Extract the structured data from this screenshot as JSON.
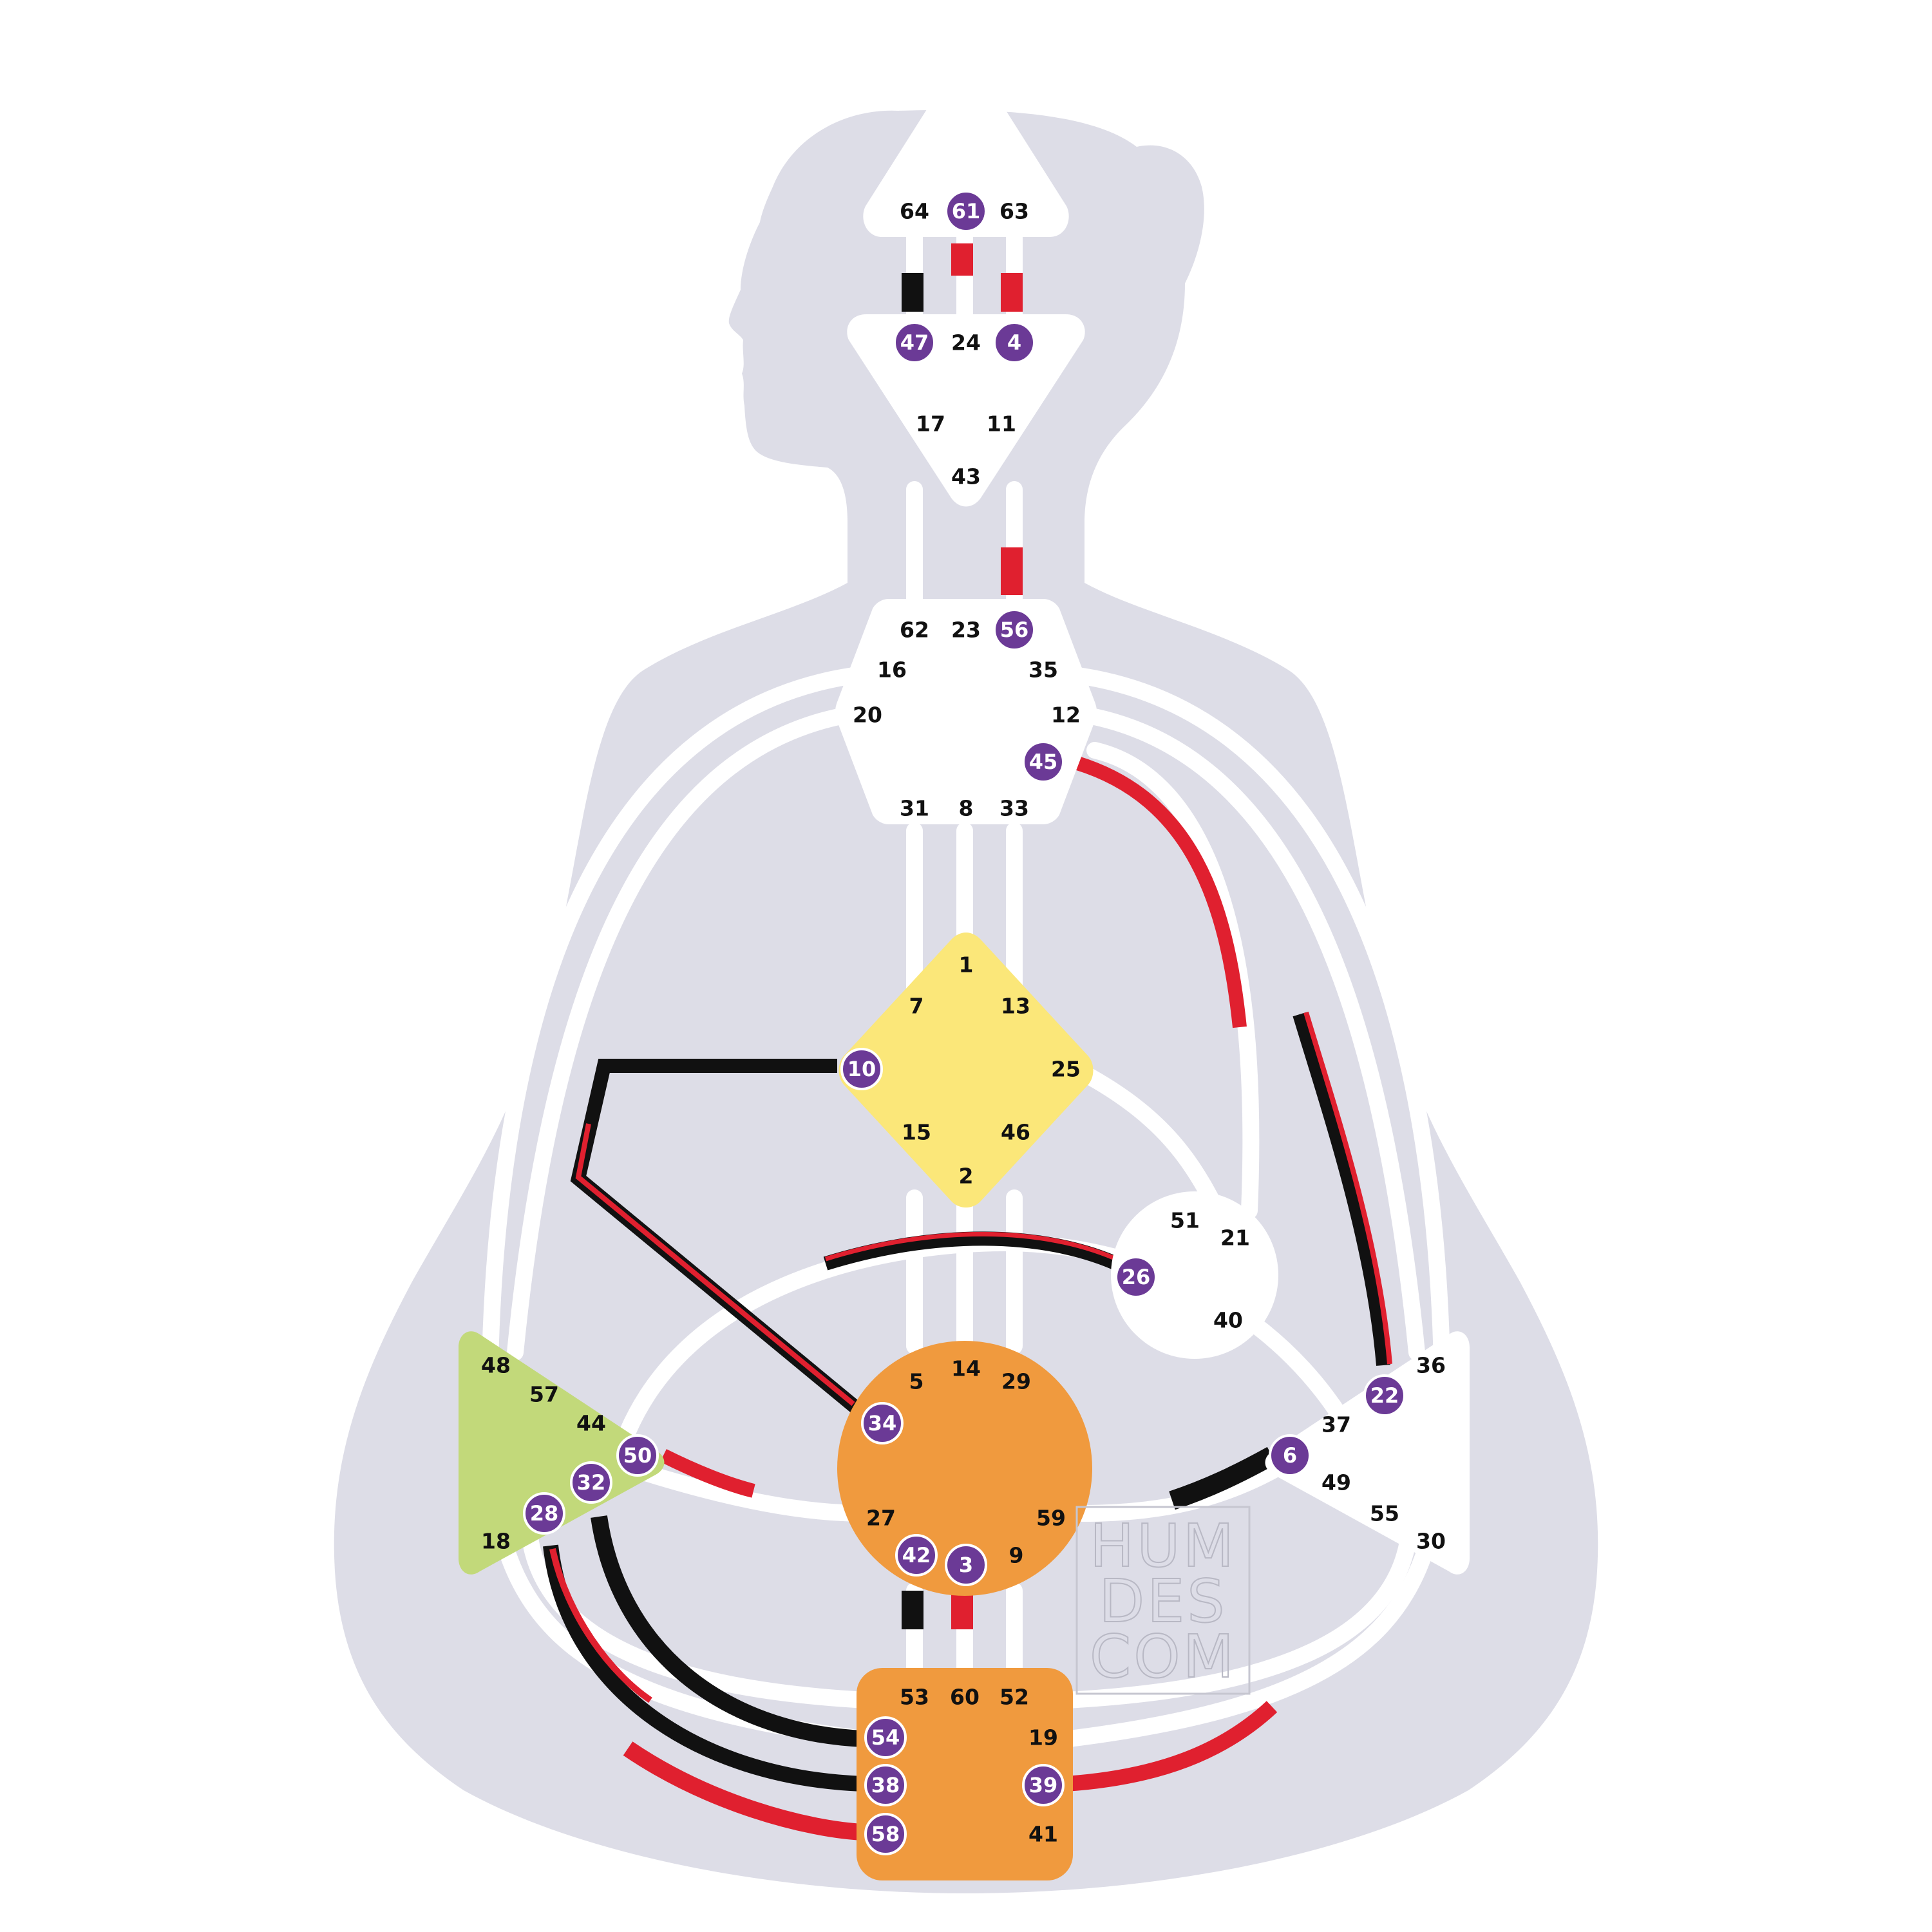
{
  "watermark": [
    "HUM",
    "DES",
    "COM"
  ],
  "colors": {
    "silhouette": "#dddde7",
    "channel": "#ffffff",
    "personality": "#111111",
    "design": "#e0202f",
    "activated_gate": "#6b3a96",
    "center_white": "#ffffff",
    "g_center": "#fbe779",
    "sacral": "#f09a3e",
    "root": "#f09a3e",
    "spleen": "#c2d97a"
  },
  "centers": [
    {
      "name": "head",
      "color": "#ffffff"
    },
    {
      "name": "ajna",
      "color": "#ffffff"
    },
    {
      "name": "throat",
      "color": "#ffffff"
    },
    {
      "name": "g",
      "color": "#fbe779"
    },
    {
      "name": "heart",
      "color": "#ffffff"
    },
    {
      "name": "spleen",
      "color": "#c2d97a"
    },
    {
      "name": "sacral",
      "color": "#f09a3e"
    },
    {
      "name": "solar-plexus",
      "color": "#ffffff"
    },
    {
      "name": "root",
      "color": "#f09a3e"
    }
  ],
  "gates": [
    {
      "n": "64",
      "active": false
    },
    {
      "n": "61",
      "active": true
    },
    {
      "n": "63",
      "active": false
    },
    {
      "n": "47",
      "active": true
    },
    {
      "n": "24",
      "active": false
    },
    {
      "n": "4",
      "active": true
    },
    {
      "n": "17",
      "active": false
    },
    {
      "n": "11",
      "active": false
    },
    {
      "n": "43",
      "active": false
    },
    {
      "n": "62",
      "active": false
    },
    {
      "n": "23",
      "active": false
    },
    {
      "n": "56",
      "active": true
    },
    {
      "n": "16",
      "active": false
    },
    {
      "n": "35",
      "active": false
    },
    {
      "n": "20",
      "active": false
    },
    {
      "n": "12",
      "active": false
    },
    {
      "n": "45",
      "active": true
    },
    {
      "n": "31",
      "active": false
    },
    {
      "n": "8",
      "active": false
    },
    {
      "n": "33",
      "active": false
    },
    {
      "n": "1",
      "active": false
    },
    {
      "n": "7",
      "active": false
    },
    {
      "n": "13",
      "active": false
    },
    {
      "n": "10",
      "active": true
    },
    {
      "n": "25",
      "active": false
    },
    {
      "n": "15",
      "active": false
    },
    {
      "n": "46",
      "active": false
    },
    {
      "n": "2",
      "active": false
    },
    {
      "n": "51",
      "active": false
    },
    {
      "n": "21",
      "active": false
    },
    {
      "n": "26",
      "active": true
    },
    {
      "n": "40",
      "active": false
    },
    {
      "n": "48",
      "active": false
    },
    {
      "n": "57",
      "active": false
    },
    {
      "n": "44",
      "active": false
    },
    {
      "n": "50",
      "active": true
    },
    {
      "n": "32",
      "active": true
    },
    {
      "n": "28",
      "active": true
    },
    {
      "n": "18",
      "active": false
    },
    {
      "n": "5",
      "active": false
    },
    {
      "n": "14",
      "active": false
    },
    {
      "n": "29",
      "active": false
    },
    {
      "n": "34",
      "active": true
    },
    {
      "n": "27",
      "active": false
    },
    {
      "n": "59",
      "active": false
    },
    {
      "n": "42",
      "active": true
    },
    {
      "n": "3",
      "active": true
    },
    {
      "n": "9",
      "active": false
    },
    {
      "n": "36",
      "active": false
    },
    {
      "n": "22",
      "active": true
    },
    {
      "n": "37",
      "active": false
    },
    {
      "n": "6",
      "active": true
    },
    {
      "n": "49",
      "active": false
    },
    {
      "n": "55",
      "active": false
    },
    {
      "n": "30",
      "active": false
    },
    {
      "n": "53",
      "active": false
    },
    {
      "n": "60",
      "active": false
    },
    {
      "n": "52",
      "active": false
    },
    {
      "n": "54",
      "active": true
    },
    {
      "n": "19",
      "active": false
    },
    {
      "n": "38",
      "active": true
    },
    {
      "n": "39",
      "active": true
    },
    {
      "n": "58",
      "active": true
    },
    {
      "n": "41",
      "active": false
    }
  ],
  "activations": [
    {
      "gate": "61",
      "type": "design"
    },
    {
      "gate": "47",
      "type": "personality"
    },
    {
      "gate": "4",
      "type": "design"
    },
    {
      "gate": "56",
      "type": "design"
    },
    {
      "gate": "45",
      "type": "design"
    },
    {
      "gate": "10",
      "type": "personality"
    },
    {
      "gate": "34",
      "type": "both"
    },
    {
      "gate": "26",
      "type": "both"
    },
    {
      "gate": "50",
      "type": "design"
    },
    {
      "gate": "32",
      "type": "personality"
    },
    {
      "gate": "28",
      "type": "both"
    },
    {
      "gate": "22",
      "type": "both"
    },
    {
      "gate": "6",
      "type": "personality"
    },
    {
      "gate": "42",
      "type": "personality"
    },
    {
      "gate": "3",
      "type": "design"
    },
    {
      "gate": "54",
      "type": "personality"
    },
    {
      "gate": "38",
      "type": "personality"
    },
    {
      "gate": "58",
      "type": "design"
    },
    {
      "gate": "39",
      "type": "design"
    }
  ]
}
